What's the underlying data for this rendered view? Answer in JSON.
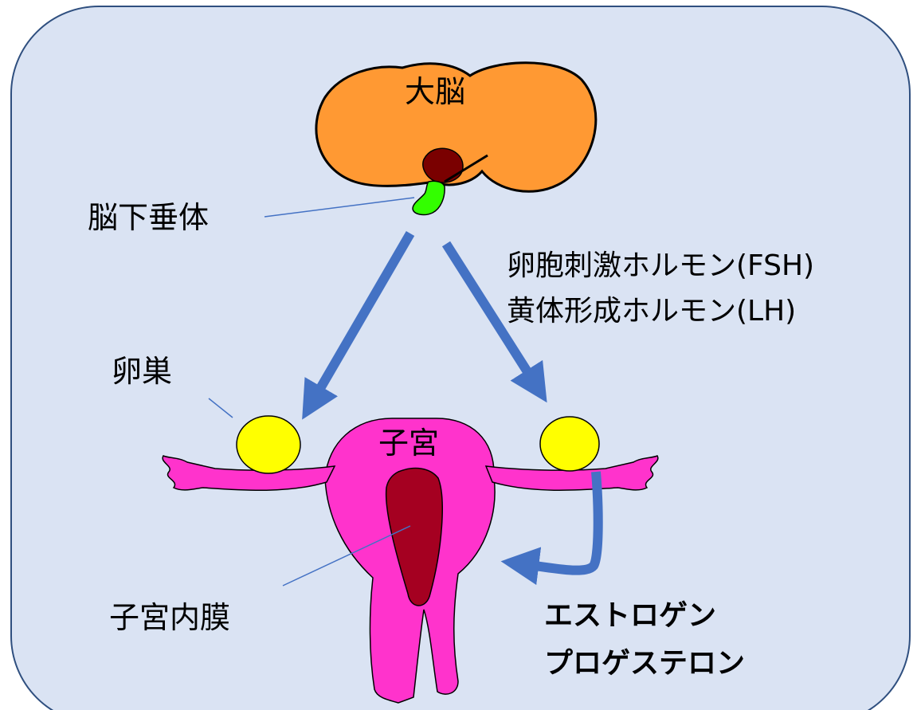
{
  "labels": {
    "brain": "大脳",
    "pituitary": "脳下垂体",
    "ovary": "卵巣",
    "uterus": "子宮",
    "endometrium": "子宮内膜",
    "fsh": "卵胞刺激ホルモン(FSH)",
    "lh": "黄体形成ホルモン(LH)",
    "estrogen": "エストロゲン",
    "progesterone": "プロゲステロン"
  },
  "colors": {
    "panel": "#dae3f3",
    "panel_border": "#2f4f7f",
    "brain": "#ff9933",
    "hypothalamus": "#7a0000",
    "pituitary": "#33ff00",
    "ovary": "#ffff00",
    "uterus": "#ff33cc",
    "endometrium": "#a50021",
    "arrow": "#4472c4",
    "leader": "#4472c4"
  }
}
